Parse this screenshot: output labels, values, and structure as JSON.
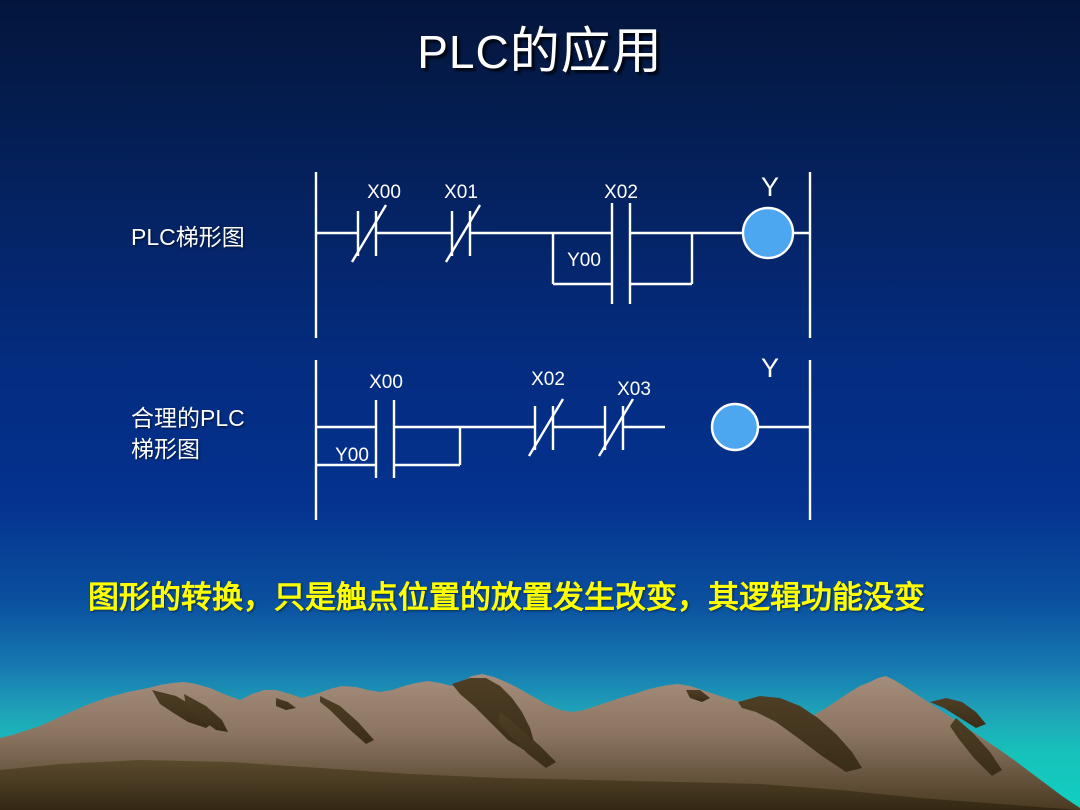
{
  "slide": {
    "title_latin": "PLC",
    "title_cjk": "的应用",
    "title_full": "PLC的应用",
    "background_top_color": "#041a47",
    "background_mid_color": "#04328f",
    "background_bottom_color": "#11cfc2",
    "line_color": "#ffffff",
    "coil_fill_color": "#4da6f0",
    "caption_color": "#ffff00",
    "mountain_light_color": "#9b8574",
    "mountain_dark_color": "#4a3a22"
  },
  "rungs": [
    {
      "label": "PLC梯形图",
      "contacts": [
        {
          "name": "X00",
          "type": "normally-closed"
        },
        {
          "name": "X01",
          "type": "normally-closed"
        },
        {
          "name": "X02",
          "type": "normally-open"
        },
        {
          "name": "Y00",
          "type": "normally-open"
        }
      ],
      "coil": "Y"
    },
    {
      "label": "合理的PLC\n梯形图",
      "contacts": [
        {
          "name": "X00",
          "type": "normally-open"
        },
        {
          "name": "Y00",
          "type": "normally-open"
        },
        {
          "name": "X02",
          "type": "normally-closed"
        },
        {
          "name": "X03",
          "type": "normally-closed"
        }
      ],
      "coil": "Y"
    }
  ],
  "labels": {
    "r1_x00": "X00",
    "r1_x01": "X01",
    "r1_x02": "X02",
    "r1_y00": "Y00",
    "r1_coil": "Y",
    "r2_x00": "X00",
    "r2_y00": "Y00",
    "r2_x02": "X02",
    "r2_x03": "X03",
    "r2_coil": "Y"
  },
  "caption": {
    "text": "图形的转换，只是触点位置的放置发生改变，其逻辑功能没变"
  }
}
